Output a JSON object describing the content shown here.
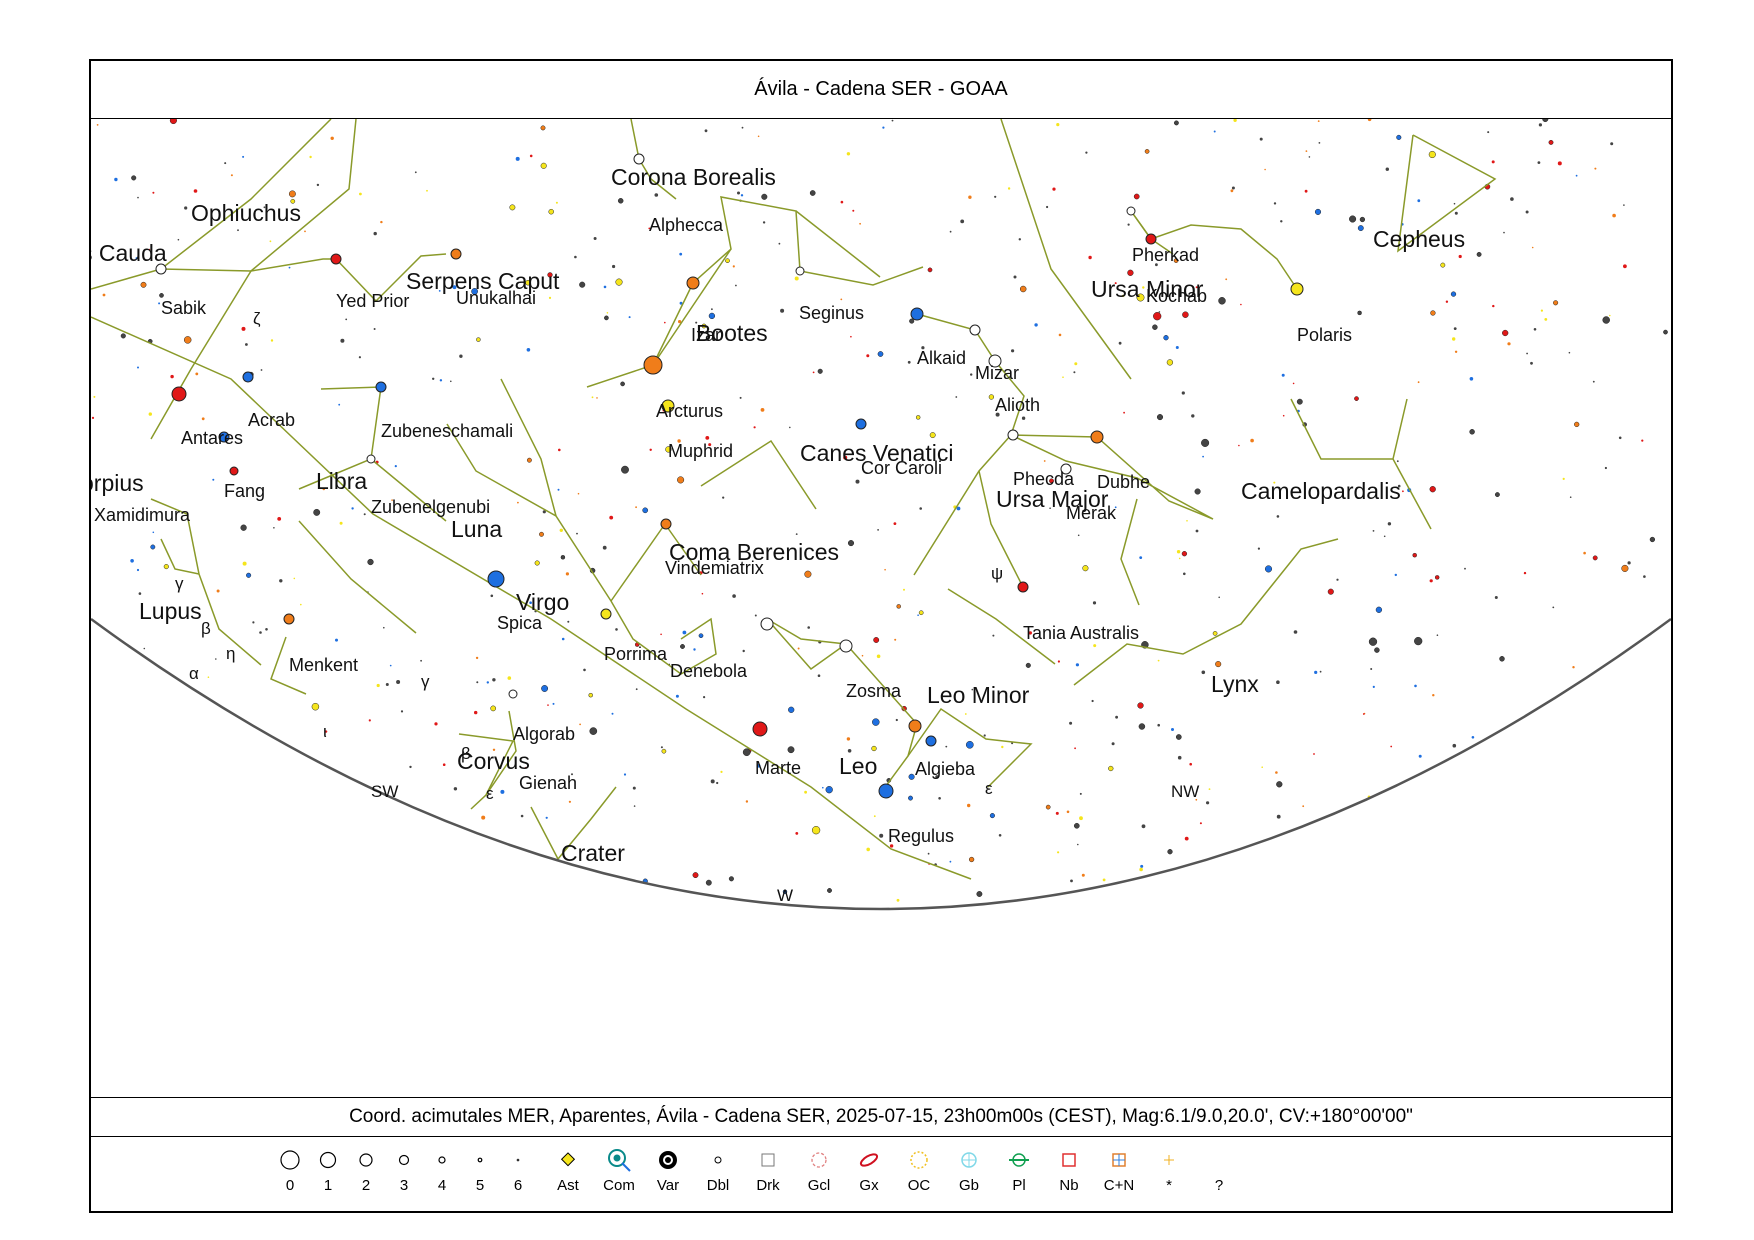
{
  "title": "Ávila - Cadena SER - GOAA",
  "caption": "Coord. acimutales MER, Aparentes, Ávila - Cadena SER, 2025-07-15, 23h00m00s (CEST), Mag:6.1/9.0,20.0', CV:+180°00'00\"",
  "colors": {
    "line": "#8a9a2a",
    "horizon": "#555555",
    "blue": "#1e6fe0",
    "orange": "#f07d1a",
    "red": "#e01818",
    "yellow": "#f5e51c",
    "white": "#ffffff"
  },
  "horizon_labels": [
    "SW",
    "W",
    "NW"
  ],
  "constellations": [
    "Ophiuchus",
    "s Cauda",
    "Serpens Caput",
    "Corona Borealis",
    "Bootes",
    "Ursa Minor",
    "Cepheus",
    "Libra",
    "Canes Venatici",
    "Ursa Major",
    "Camelopardalis",
    "orpius",
    "Coma Berenices",
    "Virgo",
    "Luna",
    "Lupus",
    "Leo Minor",
    "Lynx",
    "Corvus",
    "Leo",
    "Crater"
  ],
  "stars": [
    "Alphecca",
    "Pherkad",
    "Kochab",
    "Polaris",
    "Sabik",
    "Yed Prior",
    "Unukalhai",
    "Izar",
    "Seginus",
    "Alkaid",
    "Mizar",
    "Alioth",
    "Acrab",
    "Antares",
    "Zubeneschamali",
    "Arcturus",
    "Muphrid",
    "Cor Caroli",
    "Phecda",
    "Dubhe",
    "Merak",
    "Fang",
    "Xamidimura",
    "Zubenelgenubi",
    "Vindemiatrix",
    "Spica",
    "Porrima",
    "Tania Australis",
    "Menkent",
    "Denebola",
    "Zosma",
    "Algorab",
    "Marte",
    "Algieba",
    "Gienah",
    "Regulus"
  ],
  "greek_labels": [
    "ζ",
    "γ",
    "β",
    "η",
    "α",
    "ι",
    "γ",
    "ψ",
    "β",
    "ε",
    "ε"
  ],
  "legend": [
    "0",
    "1",
    "2",
    "3",
    "4",
    "5",
    "6",
    "Ast",
    "Com",
    "Var",
    "Dbl",
    "Drk",
    "Gcl",
    "Gx",
    "OC",
    "Gb",
    "Pl",
    "Nb",
    "C+N",
    "*",
    "?"
  ]
}
